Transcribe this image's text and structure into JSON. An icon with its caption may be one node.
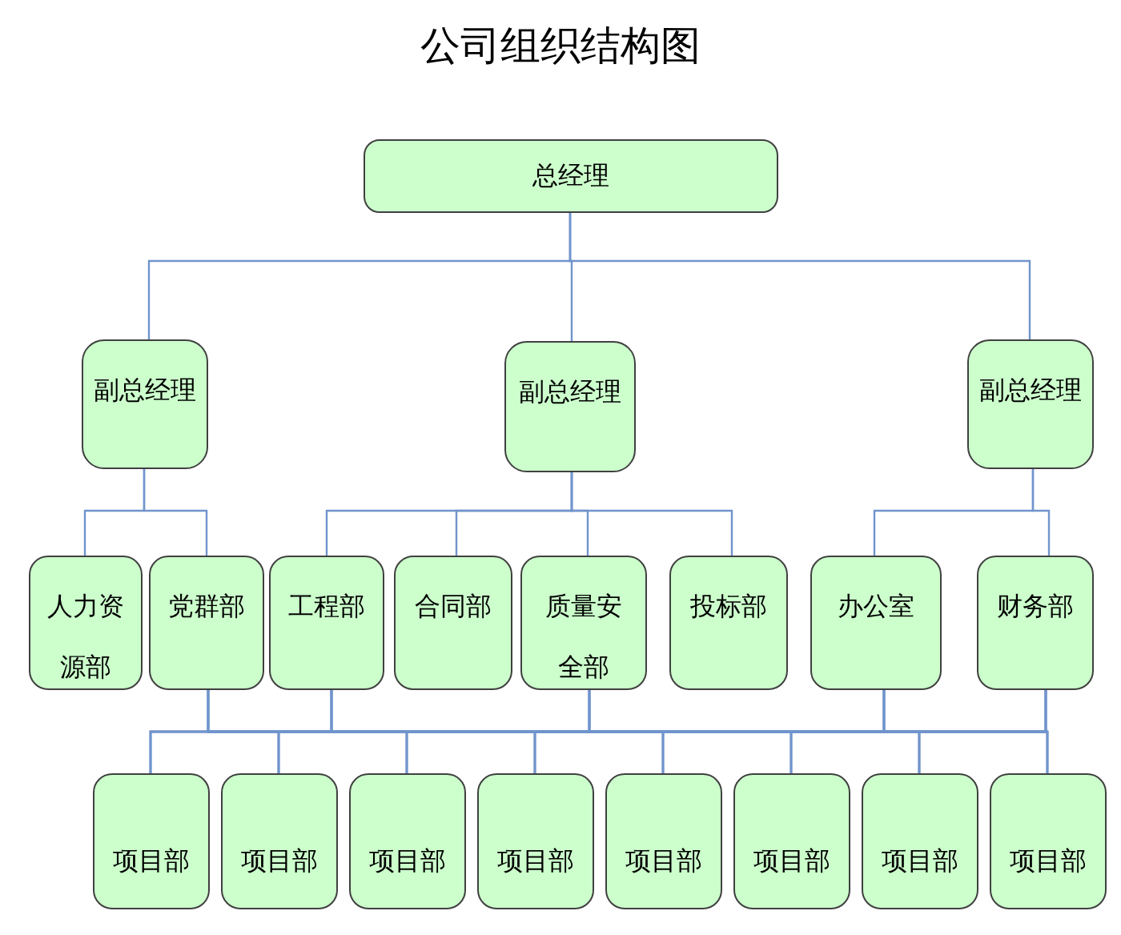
{
  "diagram": {
    "title": "公司组织结构图",
    "nodes": [
      {
        "text": [
          "总经理"
        ]
      },
      {
        "text": [
          "副总经理"
        ]
      },
      {
        "text": [
          "副总经理"
        ]
      },
      {
        "text": [
          "副总经理"
        ]
      },
      {
        "text": [
          "人力资源部"
        ]
      },
      {
        "text": [
          "党群部"
        ]
      },
      {
        "text": [
          "工程部"
        ]
      },
      {
        "text": [
          "合同部"
        ]
      },
      {
        "text": [
          "质量安全部"
        ]
      },
      {
        "text": [
          "投标部"
        ]
      },
      {
        "text": [
          "办公室"
        ]
      },
      {
        "text": [
          "财务部"
        ]
      },
      {
        "text": [
          "项目部"
        ]
      },
      {
        "text": [
          "项目部"
        ]
      },
      {
        "text": [
          "项目部"
        ]
      },
      {
        "text": [
          "项目部"
        ]
      },
      {
        "text": [
          "项目部"
        ]
      },
      {
        "text": [
          "项目部"
        ]
      },
      {
        "text": [
          "项目部"
        ]
      },
      {
        "text": [
          "项目部"
        ]
      }
    ],
    "edges": [
      {
        "from": 0,
        "to": 1,
        "arrow": "none"
      },
      {
        "from": 0,
        "to": 2,
        "arrow": "none"
      },
      {
        "from": 0,
        "to": 3,
        "arrow": "none"
      },
      {
        "from": 1,
        "to": 4,
        "arrow": "none"
      },
      {
        "from": 1,
        "to": 5,
        "arrow": "none"
      },
      {
        "from": 2,
        "to": 6,
        "arrow": "none"
      },
      {
        "from": 2,
        "to": 7,
        "arrow": "none"
      },
      {
        "from": 2,
        "to": 8,
        "arrow": "none"
      },
      {
        "from": 2,
        "to": 9,
        "arrow": "none"
      },
      {
        "from": 3,
        "to": 10,
        "arrow": "none"
      },
      {
        "from": 3,
        "to": 11,
        "arrow": "none"
      },
      {
        "from": 5,
        "to": 12,
        "arrow": "none"
      },
      {
        "from": 5,
        "to": 13,
        "arrow": "none"
      },
      {
        "from": 5,
        "to": 14,
        "arrow": "none"
      },
      {
        "from": 5,
        "to": 15,
        "arrow": "none"
      },
      {
        "from": 5,
        "to": 16,
        "arrow": "none"
      },
      {
        "from": 5,
        "to": 17,
        "arrow": "none"
      },
      {
        "from": 5,
        "to": 18,
        "arrow": "none"
      },
      {
        "from": 5,
        "to": 19,
        "arrow": "none"
      },
      {
        "from": 6,
        "to": 12,
        "arrow": "none"
      },
      {
        "from": 6,
        "to": 13,
        "arrow": "none"
      },
      {
        "from": 6,
        "to": 14,
        "arrow": "none"
      },
      {
        "from": 6,
        "to": 15,
        "arrow": "none"
      },
      {
        "from": 6,
        "to": 16,
        "arrow": "none"
      },
      {
        "from": 6,
        "to": 17,
        "arrow": "none"
      },
      {
        "from": 6,
        "to": 18,
        "arrow": "none"
      },
      {
        "from": 6,
        "to": 19,
        "arrow": "none"
      },
      {
        "from": 8,
        "to": 12,
        "arrow": "none"
      },
      {
        "from": 8,
        "to": 13,
        "arrow": "none"
      },
      {
        "from": 8,
        "to": 14,
        "arrow": "none"
      },
      {
        "from": 8,
        "to": 15,
        "arrow": "none"
      },
      {
        "from": 8,
        "to": 16,
        "arrow": "none"
      },
      {
        "from": 8,
        "to": 17,
        "arrow": "none"
      },
      {
        "from": 8,
        "to": 18,
        "arrow": "none"
      },
      {
        "from": 8,
        "to": 19,
        "arrow": "none"
      },
      {
        "from": 10,
        "to": 12,
        "arrow": "none"
      },
      {
        "from": 10,
        "to": 13,
        "arrow": "none"
      },
      {
        "from": 10,
        "to": 14,
        "arrow": "none"
      },
      {
        "from": 10,
        "to": 15,
        "arrow": "none"
      },
      {
        "from": 10,
        "to": 16,
        "arrow": "none"
      },
      {
        "from": 10,
        "to": 17,
        "arrow": "none"
      },
      {
        "from": 10,
        "to": 18,
        "arrow": "none"
      },
      {
        "from": 10,
        "to": 19,
        "arrow": "none"
      },
      {
        "from": 11,
        "to": 12,
        "arrow": "none"
      },
      {
        "from": 11,
        "to": 13,
        "arrow": "none"
      },
      {
        "from": 11,
        "to": 14,
        "arrow": "none"
      },
      {
        "from": 11,
        "to": 15,
        "arrow": "none"
      },
      {
        "from": 11,
        "to": 16,
        "arrow": "none"
      },
      {
        "from": 11,
        "to": 17,
        "arrow": "none"
      },
      {
        "from": 11,
        "to": 18,
        "arrow": "none"
      },
      {
        "from": 11,
        "to": 19,
        "arrow": "none"
      }
    ]
  }
}
